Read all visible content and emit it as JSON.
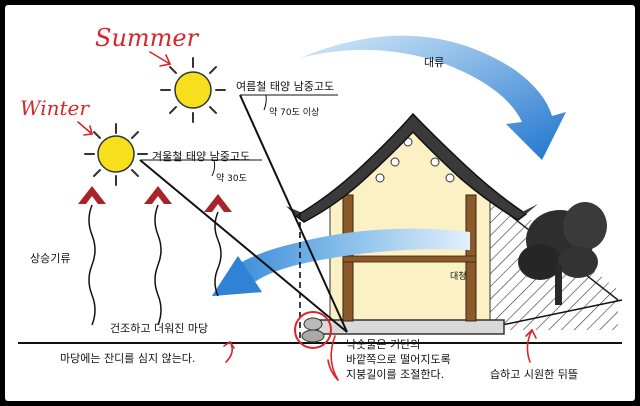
{
  "annotations": {
    "summer": "Summer",
    "winter": "Winter"
  },
  "labels": {
    "summer_sun_altitude": "여름철 태양 남중고도",
    "summer_angle": "약 70도 이상",
    "winter_sun_altitude": "겨울철 태양 남중고도",
    "winter_angle": "약 30도",
    "convection": "대류",
    "updraft": "상승기류",
    "maru": "대청",
    "yard": "건조하고 더워진 마당",
    "no_grass": "마당에는 잔디를 심지 않는다.",
    "eaves_line1": "낙숫물은 기단의",
    "eaves_line2": "바깥쪽으로 떨어지도록",
    "eaves_line3": "지붕길이를 조절한다.",
    "backyard": "습하고 시원한 뒤뜰"
  },
  "colors": {
    "background": "#ffffff",
    "frame": "#000000",
    "sun": "#f7df1e",
    "sun_outline": "#333333",
    "airflow_blue": "#2f82d6",
    "airflow_light": "#cfe6f7",
    "updraft_arrow": "#a8242a",
    "annotation_red": "#d8262a",
    "roof": "#3a3a3a",
    "house_interior": "#fbf1c4",
    "wood": "#8a5a2b",
    "tree": "#2e2e2e"
  }
}
